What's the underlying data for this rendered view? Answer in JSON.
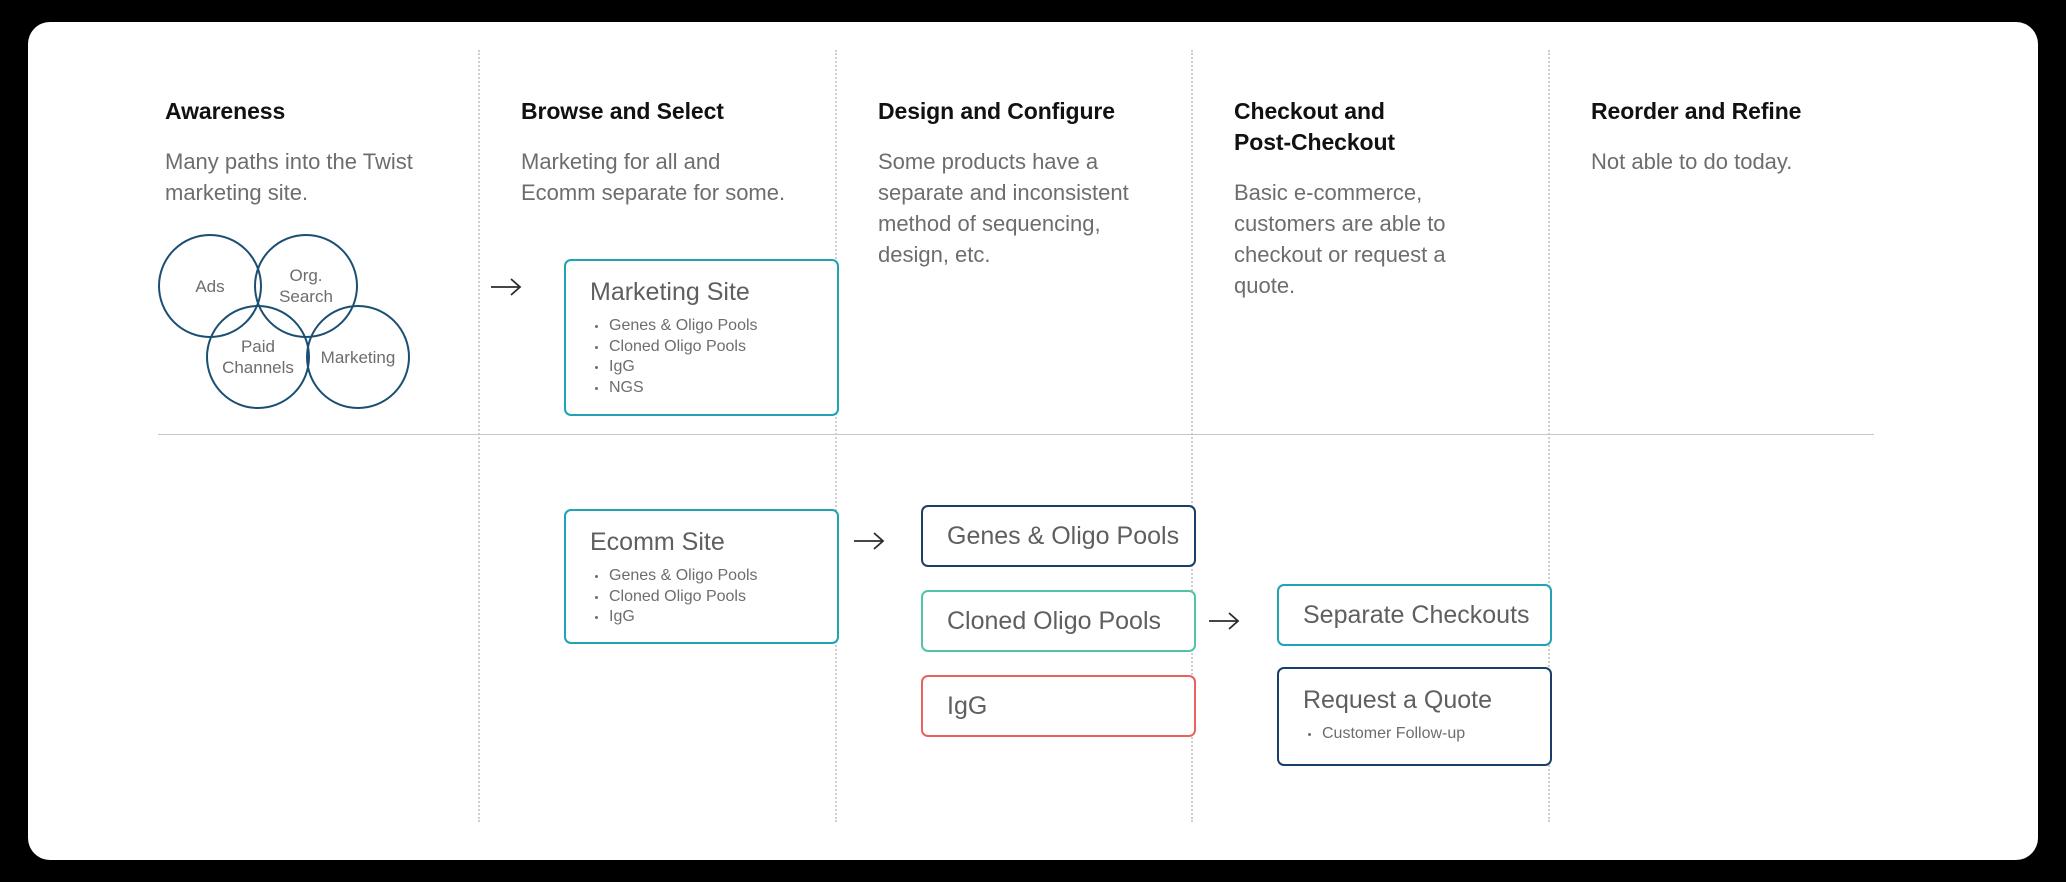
{
  "diagram": {
    "frame_bg": "#ffffff",
    "page_bg": "#000000",
    "accent_teal": "#1fa3b5",
    "accent_navy": "#1a3f66",
    "accent_mint": "#53c3a8",
    "accent_red": "#e8635f",
    "circle_stroke": "#1a4f73"
  },
  "columns": [
    {
      "title": "Awareness",
      "desc": "Many paths into the Twist\nmarketing site."
    },
    {
      "title": "Browse and Select",
      "desc": "Marketing for all and\nEcomm separate for some."
    },
    {
      "title": "Design and Configure",
      "desc": "Some products have a\nseparate and inconsistent\nmethod of sequencing,\ndesign, etc."
    },
    {
      "title": "Checkout and\nPost-Checkout",
      "desc": "Basic e-commerce,\ncustomers are able to\ncheckout or request a\nquote."
    },
    {
      "title": "Reorder and Refine",
      "desc": "Not able to do today."
    }
  ],
  "circles": [
    {
      "label": "Ads"
    },
    {
      "label": "Org.\nSearch"
    },
    {
      "label": "Paid\nChannels"
    },
    {
      "label": "Marketing"
    }
  ],
  "cards": {
    "marketing_site": {
      "title": "Marketing Site",
      "items": [
        "Genes & Oligo Pools",
        "Cloned Oligo Pools",
        "IgG",
        "NGS"
      ]
    },
    "ecomm_site": {
      "title": "Ecomm Site",
      "items": [
        "Genes & Oligo Pools",
        "Cloned Oligo Pools",
        "IgG"
      ]
    },
    "request_a_quote": {
      "title": "Request a Quote",
      "items": [
        "Customer Follow-up"
      ]
    }
  },
  "pills": {
    "genes_oligo_pools": {
      "label": "Genes & Oligo Pools",
      "border": "#1a3f66"
    },
    "cloned_oligo_pools": {
      "label": "Cloned Oligo Pools",
      "border": "#53c3a8"
    },
    "igg": {
      "label": "IgG",
      "border": "#e8635f"
    },
    "separate_checkouts": {
      "label": "Separate Checkouts",
      "border": "#1fa3b5"
    }
  },
  "arrows": [
    {
      "name": "arrow-awareness-to-marketing-site"
    },
    {
      "name": "arrow-ecomm-to-products"
    },
    {
      "name": "arrow-products-to-checkout"
    }
  ]
}
